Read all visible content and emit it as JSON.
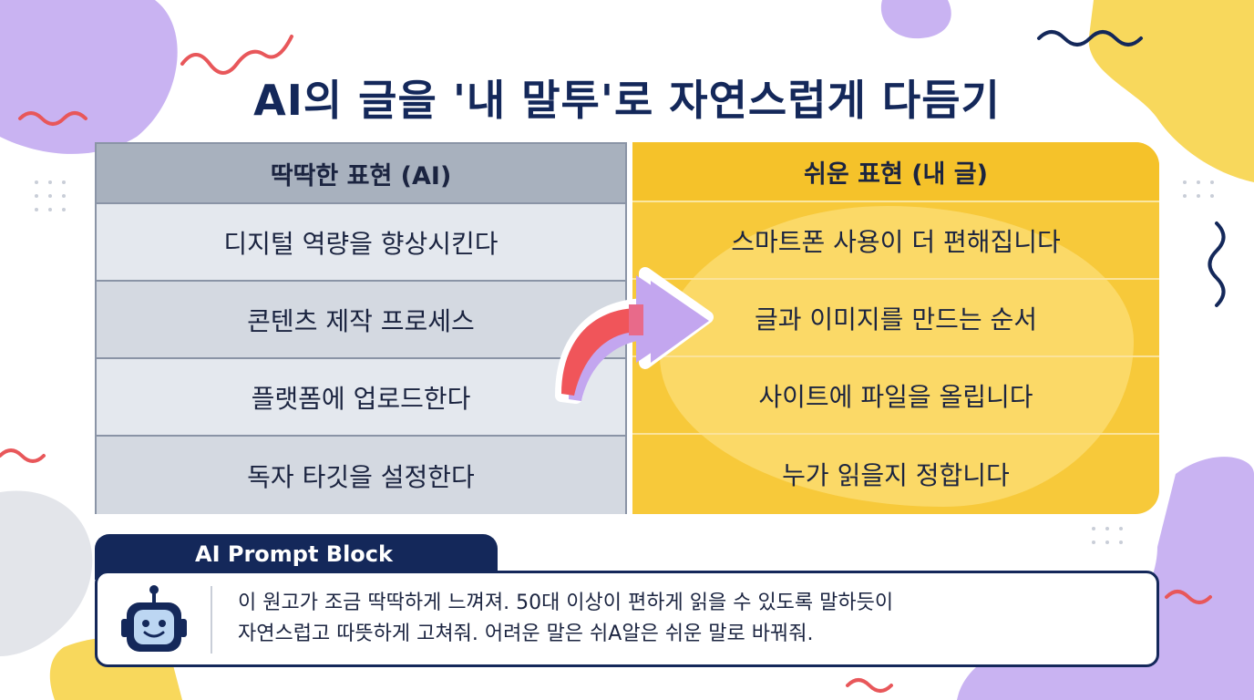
{
  "title": "AI의 글을 '내 말투'로 자연스럽게 다듬기",
  "table": {
    "left_header": "딱딱한 표현 (AI)",
    "right_header": "쉬운 표현 (내 글)",
    "rows": [
      {
        "left": "디지털 역량을 향상시킨다",
        "right": "스마트폰 사용이 더 편해집니다"
      },
      {
        "left": "콘텐츠 제작 프로세스",
        "right": "글과 이미지를 만드는 순서"
      },
      {
        "left": "플랫폼에 업로드한다",
        "right": "사이트에 파일을 올립니다"
      },
      {
        "left": "독자 타깃을 설정한다",
        "right": "누가 읽을지 정합니다"
      }
    ]
  },
  "prompt": {
    "tab_label": "AI Prompt Block",
    "line1": "이 원고가 조금 딱딱하게 느껴져. 50대 이상이 편하게 읽을 수 있도록 말하듯이",
    "line2": "자연스럽고 따뜻하게 고쳐줘. 어려운 말은 쉬A알은 쉬운 말로 바꿔줘."
  },
  "icons": {
    "arrow": "curved-arrow-icon",
    "robot": "robot-icon"
  },
  "colors": {
    "navy": "#14285a",
    "yellow": "#f7c93a",
    "gray_header": "#a8b1be",
    "red_accent": "#f0555a",
    "purple_accent": "#c3a6ef"
  }
}
